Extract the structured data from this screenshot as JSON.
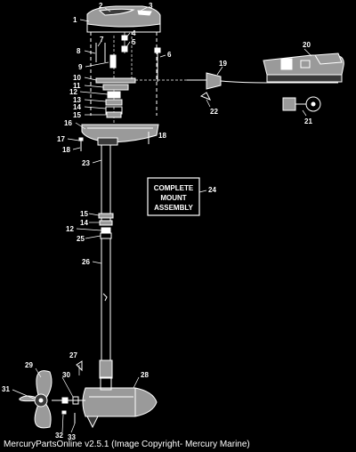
{
  "callouts": [
    "1",
    "2",
    "3",
    "4",
    "5",
    "6",
    "7",
    "8",
    "9",
    "10",
    "11",
    "12",
    "13",
    "14",
    "15",
    "16",
    "17",
    "18",
    "19",
    "20",
    "21",
    "22",
    "23",
    "24",
    "25",
    "26",
    "27",
    "28",
    "29",
    "30",
    "31",
    "32",
    "33"
  ],
  "callout_labels": {
    "c1": "1",
    "c2": "2",
    "c3": "3",
    "c4": "4",
    "c5": "5",
    "c6": "6",
    "c7": "7",
    "c8": "8",
    "c9": "9",
    "c10": "10",
    "c11": "11",
    "c12a": "12",
    "c13": "13",
    "c14a": "14",
    "c15a": "15",
    "c16": "16",
    "c17": "17",
    "c18a": "18",
    "c18b": "18",
    "c19": "19",
    "c20": "20",
    "c21": "21",
    "c22": "22",
    "c23": "23",
    "c24": "24",
    "c15b": "15",
    "c14b": "14",
    "c12b": "12",
    "c25": "25",
    "c26": "26",
    "c27": "27",
    "c28": "28",
    "c29": "29",
    "c30": "30",
    "c31": "31",
    "c32": "32",
    "c33": "33"
  },
  "mount_box": {
    "line1": "COMPLETE",
    "line2": "MOUNT",
    "line3": "ASSEMBLY"
  },
  "footer": "MercuryPartsOnline v2.5.1 (Image Copyright- Mercury Marine)"
}
